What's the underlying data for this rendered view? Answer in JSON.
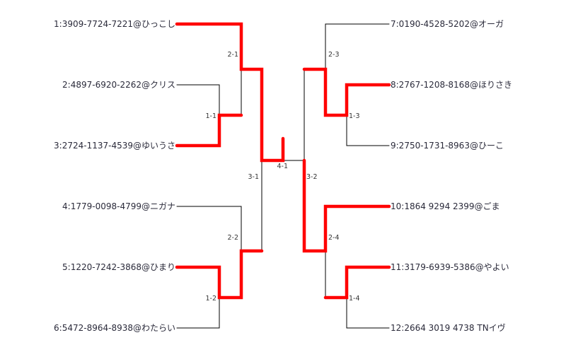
{
  "players": [
    {
      "seed": 1,
      "label": "1:3909-7724-7221@ひっこし"
    },
    {
      "seed": 2,
      "label": "2:4897-6920-2262@クリス"
    },
    {
      "seed": 3,
      "label": "3:2724-1137-4539@ゆいうさ"
    },
    {
      "seed": 4,
      "label": "4:1779-0098-4799@ニガナ"
    },
    {
      "seed": 5,
      "label": "5:1220-7242-3868@ひまり"
    },
    {
      "seed": 6,
      "label": "6:5472-8964-8938@わたらい"
    },
    {
      "seed": 7,
      "label": "7:0190-4528-5202@オーガ"
    },
    {
      "seed": 8,
      "label": "8:2767-1208-8168@ほりさき"
    },
    {
      "seed": 9,
      "label": "9:2750-1731-8963@ひーこ"
    },
    {
      "seed": 10,
      "label": "10:1864 9294 2399@ごま"
    },
    {
      "seed": 11,
      "label": "11:3179-6939-5386@やよい"
    },
    {
      "seed": 12,
      "label": "12:2664 3019 4738 TNイヴ"
    }
  ],
  "matches": [
    {
      "id": "1-1",
      "label": "1-1"
    },
    {
      "id": "1-2",
      "label": "1-2"
    },
    {
      "id": "1-3",
      "label": "1-3"
    },
    {
      "id": "1-4",
      "label": "1-4"
    },
    {
      "id": "2-1",
      "label": "2-1"
    },
    {
      "id": "2-2",
      "label": "2-2"
    },
    {
      "id": "2-3",
      "label": "2-3"
    },
    {
      "id": "2-4",
      "label": "2-4"
    },
    {
      "id": "3-1",
      "label": "3-1"
    },
    {
      "id": "3-2",
      "label": "3-2"
    },
    {
      "id": "4-1",
      "label": "4-1"
    }
  ],
  "colors": {
    "winner_line": "#ff0000",
    "normal_line": "#000000",
    "text": "#2a2a3a"
  }
}
